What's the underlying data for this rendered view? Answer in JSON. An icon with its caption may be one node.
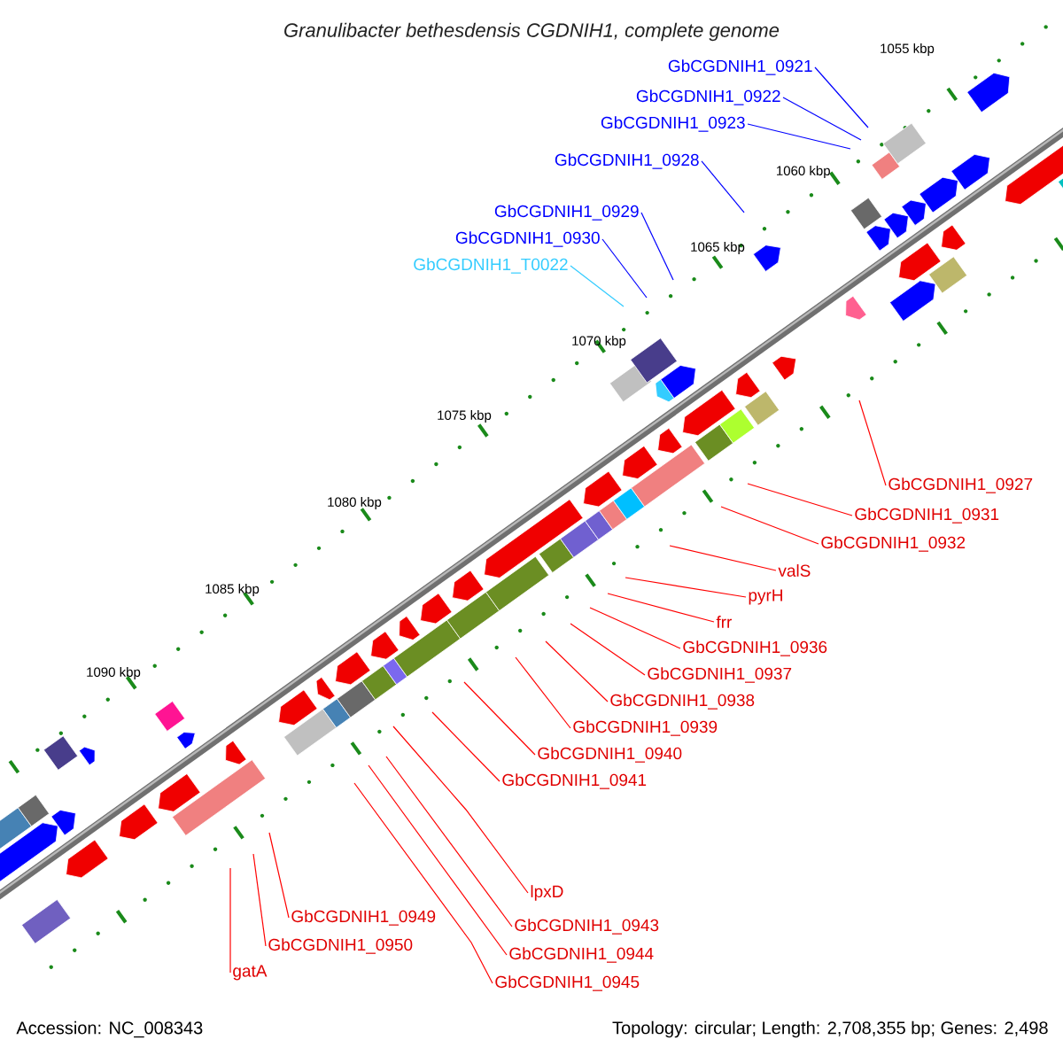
{
  "diagram": {
    "title": "Granulibacter bethesdensis CGDNIH1, complete genome",
    "nodes": [
      {
        "text": [
          "GbCGDNIH1_0921"
        ]
      },
      {
        "text": [
          "GbCGDNIH1_0922"
        ]
      },
      {
        "text": [
          "GbCGDNIH1_0923"
        ]
      },
      {
        "text": [
          "GbCGDNIH1_0928"
        ]
      },
      {
        "text": [
          "GbCGDNIH1_0929"
        ]
      },
      {
        "text": [
          "GbCGDNIH1_0930"
        ]
      },
      {
        "text": [
          "GbCGDNIH1_T0022"
        ]
      },
      {
        "text": [
          "GbCGDNIH1_0927"
        ]
      },
      {
        "text": [
          "GbCGDNIH1_0931"
        ]
      },
      {
        "text": [
          "GbCGDNIH1_0932"
        ]
      },
      {
        "text": [
          "valS"
        ]
      },
      {
        "text": [
          "pyrH"
        ]
      },
      {
        "text": [
          "frr"
        ]
      },
      {
        "text": [
          "GbCGDNIH1_0936"
        ]
      },
      {
        "text": [
          "GbCGDNIH1_0937"
        ]
      },
      {
        "text": [
          "GbCGDNIH1_0938"
        ]
      },
      {
        "text": [
          "GbCGDNIH1_0939"
        ]
      },
      {
        "text": [
          "GbCGDNIH1_0940"
        ]
      },
      {
        "text": [
          "GbCGDNIH1_0941"
        ]
      },
      {
        "text": [
          "lpxD"
        ]
      },
      {
        "text": [
          "GbCGDNIH1_0949"
        ]
      },
      {
        "text": [
          "GbCGDNIH1_0943"
        ]
      },
      {
        "text": [
          "GbCGDNIH1_0950"
        ]
      },
      {
        "text": [
          "GbCGDNIH1_0944"
        ]
      },
      {
        "text": [
          "gatA"
        ]
      },
      {
        "text": [
          "GbCGDNIH1_0945"
        ]
      }
    ],
    "edges": [
      {
        "from": 0,
        "to": null,
        "arrow": "none",
        "color": "#0000ff"
      },
      {
        "from": 1,
        "to": null,
        "arrow": "none",
        "color": "#0000ff"
      },
      {
        "from": 2,
        "to": null,
        "arrow": "none",
        "color": "#0000ff"
      },
      {
        "from": 3,
        "to": null,
        "arrow": "none",
        "color": "#0000ff"
      },
      {
        "from": 4,
        "to": null,
        "arrow": "none",
        "color": "#0000ff"
      },
      {
        "from": 5,
        "to": null,
        "arrow": "none",
        "color": "#0000ff"
      },
      {
        "from": 6,
        "to": null,
        "arrow": "none",
        "color": "#33ccff"
      },
      {
        "from": 7,
        "to": null,
        "arrow": "none"
      },
      {
        "from": 8,
        "to": null,
        "arrow": "none"
      },
      {
        "from": 9,
        "to": null,
        "arrow": "none"
      },
      {
        "from": 10,
        "to": null,
        "arrow": "none"
      },
      {
        "from": 11,
        "to": null,
        "arrow": "none"
      },
      {
        "from": 12,
        "to": null,
        "arrow": "none"
      },
      {
        "from": 13,
        "to": null,
        "arrow": "none"
      },
      {
        "from": 14,
        "to": null,
        "arrow": "none"
      },
      {
        "from": 15,
        "to": null,
        "arrow": "none"
      },
      {
        "from": 16,
        "to": null,
        "arrow": "none"
      },
      {
        "from": 17,
        "to": null,
        "arrow": "none"
      },
      {
        "from": 18,
        "to": null,
        "arrow": "none"
      },
      {
        "from": 19,
        "to": null,
        "arrow": "none"
      },
      {
        "from": 20,
        "to": null,
        "arrow": "none"
      },
      {
        "from": 21,
        "to": null,
        "arrow": "none"
      },
      {
        "from": 22,
        "to": null,
        "arrow": "none"
      },
      {
        "from": 23,
        "to": null,
        "arrow": "none"
      },
      {
        "from": 24,
        "to": null,
        "arrow": "none"
      },
      {
        "from": 25,
        "to": null,
        "arrow": "none"
      }
    ],
    "labels": [
      "1055 kbp",
      "1060 kbp",
      "1065 kbp",
      "1070 kbp",
      "1075 kbp",
      "1080 kbp",
      "1085 kbp",
      "1090 kbp",
      "Accession: NC_008343",
      "Topology: circular; Length: 2,708,355 bp; Genes: 2,498"
    ]
  }
}
